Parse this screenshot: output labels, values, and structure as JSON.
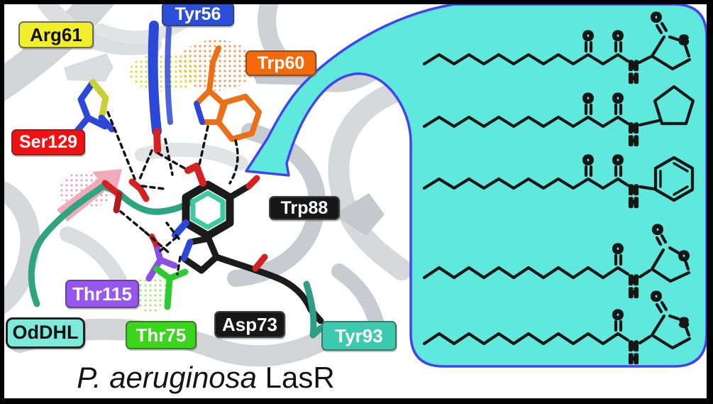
{
  "panel": {
    "caption_italic": "P. aeruginosa",
    "caption_regular": " LasR",
    "residue_labels": [
      {
        "text": "Arg61",
        "bg": "#f2ee2e",
        "fg": "#111111"
      },
      {
        "text": "Tyr56",
        "bg": "#2b4fd7",
        "fg": "#ffffff"
      },
      {
        "text": "Trp60",
        "bg": "#f4690b",
        "fg": "#ffffff"
      },
      {
        "text": "Ser129",
        "bg": "#ee1212",
        "fg": "#ffffff"
      },
      {
        "text": "Trp88",
        "bg": "#171717",
        "fg": "#ffffff"
      },
      {
        "text": "Thr115",
        "bg": "#9757ef",
        "fg": "#ffffff"
      },
      {
        "text": "OdDHL",
        "bg": "#7ce9da",
        "fg": "#111111"
      },
      {
        "text": "Thr75",
        "bg": "#3bd61c",
        "fg": "#ffffff"
      },
      {
        "text": "Asp73",
        "bg": "#171717",
        "fg": "#ffffff"
      },
      {
        "text": "Tyr93",
        "bg": "#3cc9ad",
        "fg": "#ffffff"
      }
    ]
  },
  "callout": {
    "fill": "#5fe8dc",
    "border": "#4343f0",
    "mol": {
      "O": "O",
      "N": "N",
      "H": "H",
      "S": "S"
    },
    "compounds": [
      {
        "row": 1,
        "acyl": "3-oxo long alkyl chain",
        "head": "thiolactone ring (S, C=O)"
      },
      {
        "row": 2,
        "acyl": "3-oxo long alkyl chain",
        "head": "cyclopentane ring"
      },
      {
        "row": 3,
        "acyl": "3-oxo long alkyl chain",
        "head": "phenyl ring"
      },
      {
        "row": 4,
        "acyl": "long alkyl chain",
        "head": "lactone ring (O, C=O)"
      },
      {
        "row": 5,
        "acyl": "long alkyl chain",
        "head": "thiolactone ring (S, C=O)"
      }
    ]
  },
  "colors": {
    "ribbon_gray": "#d2d4d7",
    "stick_blue": "#2b49d6",
    "stick_orange": "#ea6f17",
    "stick_teal": "#2fa57f",
    "stick_black": "#1b1b1b",
    "stick_green": "#2ecb2e",
    "stick_purple": "#8a4fe6",
    "stick_red": "#d42222",
    "stick_yellow": "#c9cf35",
    "sheet_pink": "#f2a9b8",
    "bond_dash": "#141414"
  }
}
